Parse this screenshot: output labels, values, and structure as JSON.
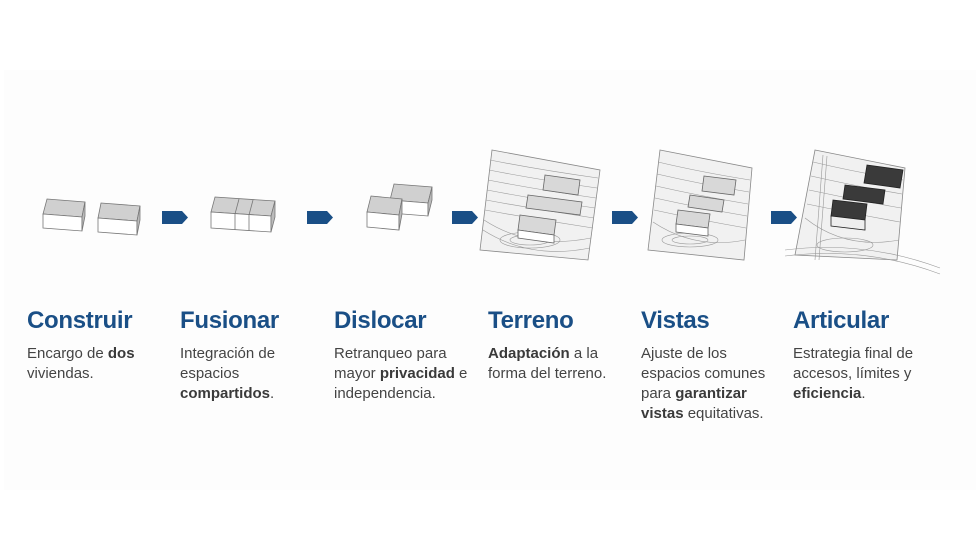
{
  "colors": {
    "accent": "#1a4f86",
    "text": "#444444",
    "arrow": "#1a4f86"
  },
  "steps": [
    {
      "title": "Construir",
      "desc_parts": [
        "Encargo de ",
        "dos",
        " viviendas."
      ],
      "icon": "two-separate-blocks"
    },
    {
      "title": "Fusionar",
      "desc_parts": [
        "Integración de espacios ",
        "compartidos",
        "."
      ],
      "icon": "merged-block"
    },
    {
      "title": "Dislocar",
      "desc_parts": [
        "Retranqueo para mayor ",
        "privacidad",
        " e independencia."
      ],
      "icon": "offset-blocks"
    },
    {
      "title": "Terreno",
      "desc_parts": [
        "",
        "Adaptación",
        " a la forma del terreno."
      ],
      "icon": "blocks-on-terrain"
    },
    {
      "title": "Vistas",
      "desc_parts": [
        "Ajuste de los espacios comunes para ",
        "garantizar vistas",
        " equitativas."
      ],
      "icon": "staggered-blocks-on-terrain"
    },
    {
      "title": "Articular",
      "desc_parts": [
        "Estrategia final de accesos, límites y ",
        "eficiencia",
        "."
      ],
      "icon": "final-buildings-on-terrain"
    }
  ],
  "arrows": 5
}
